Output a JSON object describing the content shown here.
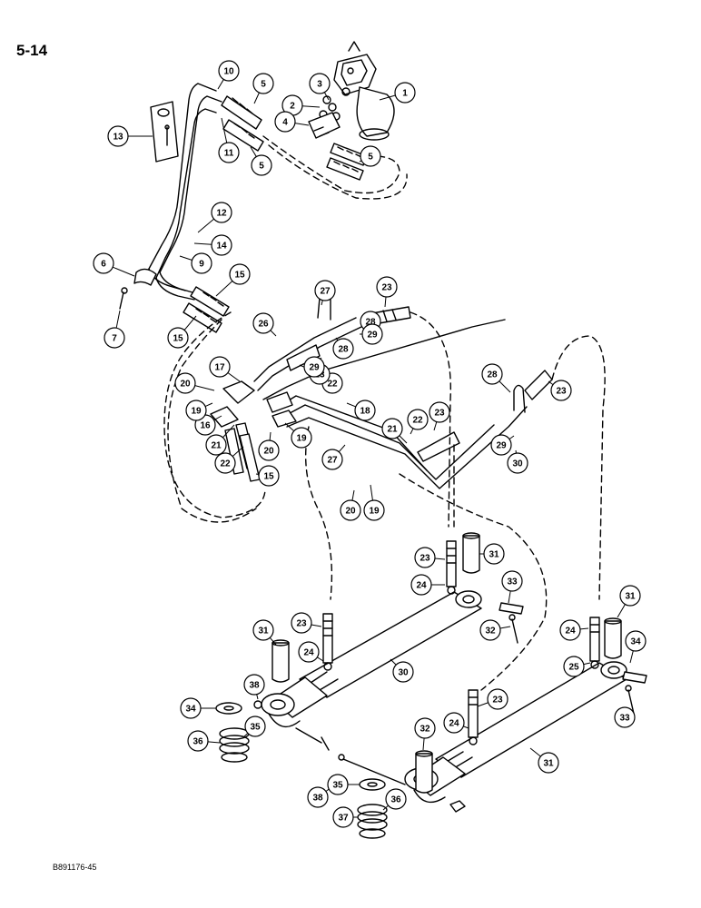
{
  "page_number": "5-14",
  "figure_code": "B891176-45",
  "callouts": [
    "1",
    "2",
    "3",
    "4",
    "5",
    "5",
    "5",
    "6",
    "7",
    "9",
    "10",
    "11",
    "12",
    "13",
    "14",
    "15",
    "15",
    "15",
    "16",
    "17",
    "18",
    "19",
    "19",
    "19",
    "20",
    "20",
    "20",
    "21",
    "21",
    "22",
    "22",
    "22",
    "23",
    "23",
    "23",
    "23",
    "23",
    "23",
    "23",
    "24",
    "24",
    "24",
    "24",
    "25",
    "26",
    "27",
    "27",
    "28",
    "28",
    "28",
    "29",
    "29",
    "29",
    "30",
    "30",
    "31",
    "31",
    "31",
    "31",
    "32",
    "32",
    "33",
    "33",
    "34",
    "34",
    "35",
    "35",
    "36",
    "36",
    "37",
    "38",
    "38"
  ]
}
